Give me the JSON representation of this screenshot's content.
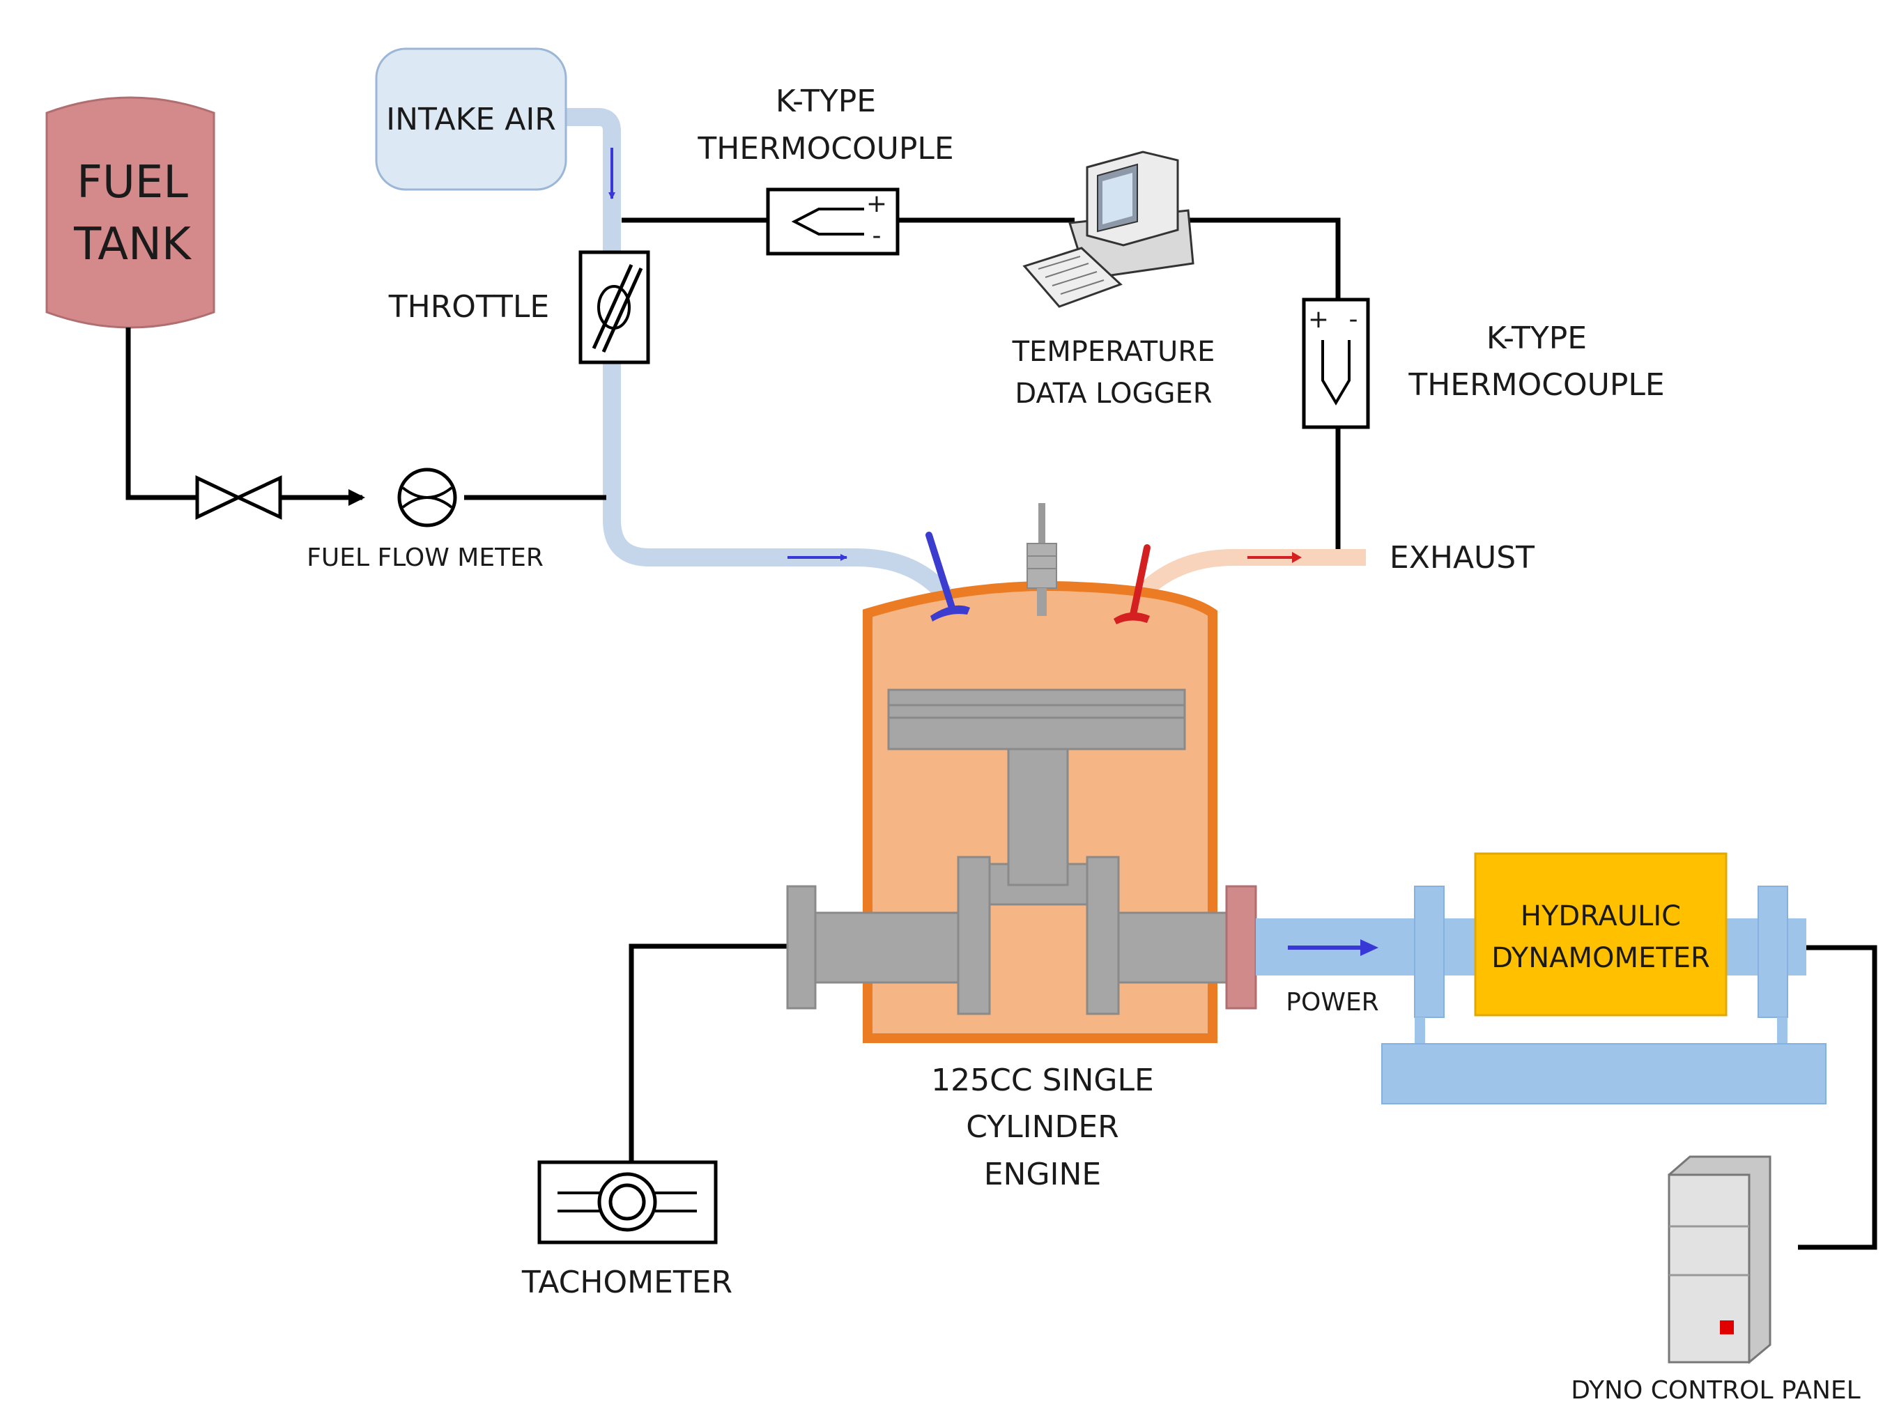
{
  "labels": {
    "fuel_tank_line1": "FUEL",
    "fuel_tank_line2": "TANK",
    "intake_air": "INTAKE AIR",
    "thermocouple_intake_line1": "K-TYPE",
    "thermocouple_intake_line2": "THERMOCOUPLE",
    "throttle": "THROTTLE",
    "temp_logger_line1": "TEMPERATURE",
    "temp_logger_line2": "DATA LOGGER",
    "thermocouple_exhaust_line1": "K-TYPE",
    "thermocouple_exhaust_line2": "THERMOCOUPLE",
    "fuel_flow_meter": "FUEL FLOW METER",
    "exhaust": "EXHAUST",
    "power": "POWER",
    "dynamometer_line1": "HYDRAULIC",
    "dynamometer_line2": "DYNAMOMETER",
    "engine_line1": "125CC SINGLE",
    "engine_line2": "CYLINDER",
    "engine_line3": "ENGINE",
    "tachometer": "TACHOMETER",
    "dyno_control_panel": "DYNO CONTROL PANEL",
    "tc_plus": "+",
    "tc_minus": "-"
  },
  "colors": {
    "fuel_tank": "#d4898a",
    "intake_air_box": "#dde8f5",
    "intake_pipe": "#c5d6ea",
    "exhaust_pipe": "#f7d4bb",
    "engine_body": "#f5b584",
    "engine_outline": "#ec7c24",
    "shaft_gray": "#a6a6a6",
    "dyno_frame": "#9fc4ea",
    "dynamometer": "#ffc000",
    "intake_valve": "#3c3ccf",
    "exhaust_valve": "#d42020",
    "coupling": "#d08a8a"
  }
}
